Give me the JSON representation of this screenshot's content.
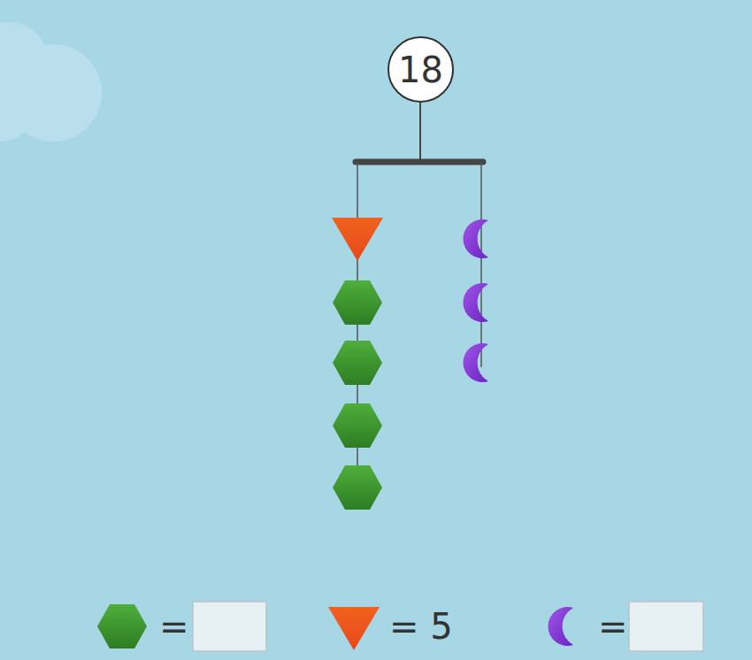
{
  "diagram": {
    "nodes": [
      {
        "text": [
          "18"
        ]
      }
    ],
    "labels": [
      "=",
      "= 5",
      "="
    ]
  }
}
